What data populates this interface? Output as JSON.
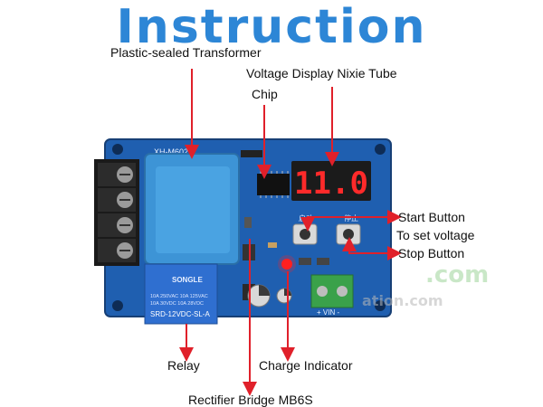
{
  "title": "Instruction",
  "board": {
    "model": "XH-M602",
    "display_value": "11.0",
    "relay_brand": "SONGLE",
    "relay_specs": [
      "10A 250VAC  10A 125VAC",
      "10A 30VDC   10A 28VDC"
    ],
    "relay_model": "SRD-12VDC-SL-A",
    "start_cn": "启动",
    "stop_cn": "停止",
    "vin_label": "+ VIN -"
  },
  "labels": {
    "transformer": "Plastic-sealed Transformer",
    "display": "Voltage Display Nixie Tube",
    "chip": "Chip",
    "start": "Start Button",
    "set_voltage": "To set voltage",
    "stop": "Stop Button",
    "relay": "Relay",
    "charge": "Charge Indicator",
    "rectifier": "Rectifier Bridge MB6S"
  },
  "watermark": {
    "line1": ".com",
    "line2": "ation.com"
  },
  "colors": {
    "title": "#2d86d6",
    "arrow": "#e0202a",
    "pcb": "#1f5fb0",
    "transformer": "#3d94d6",
    "relay": "#2f6fd0",
    "led_digits": "#ff2a2a",
    "terminal_green": "#3aa14a"
  }
}
